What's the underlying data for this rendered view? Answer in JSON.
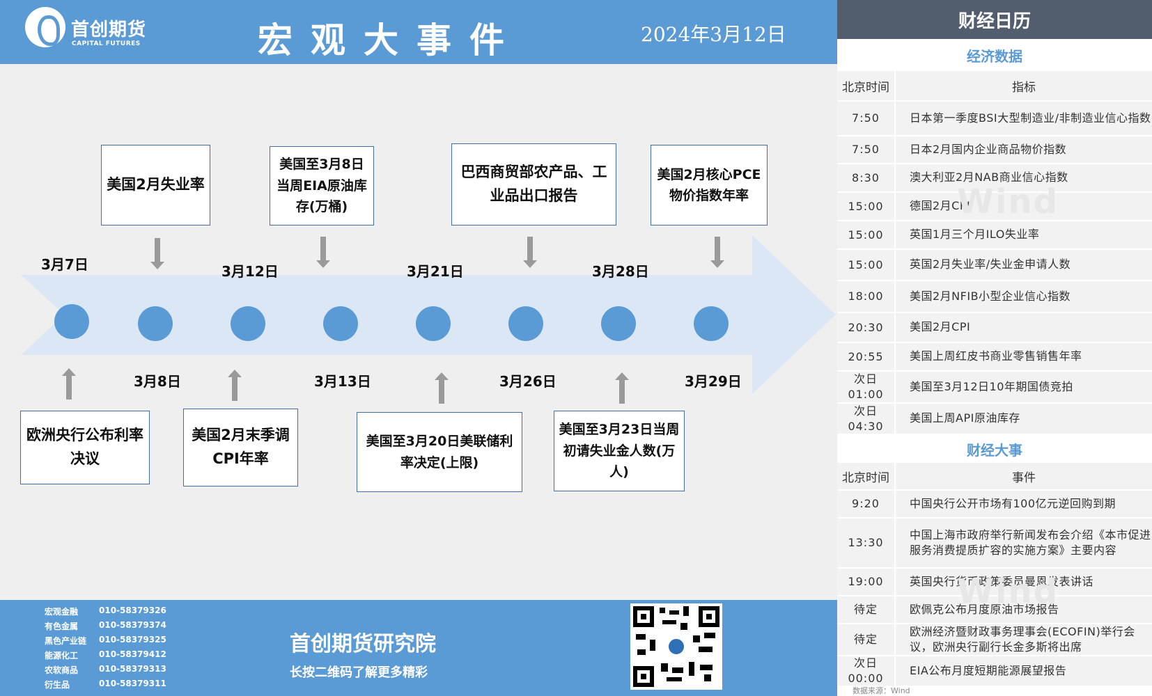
{
  "header": {
    "logo_cn": "首创期货",
    "logo_en": "CAPITAL FUTURES",
    "title": "宏观大事件",
    "date": "2024年3月12日"
  },
  "timeline": {
    "dates_top": [
      "3月7日",
      "3月12日",
      "3月21日",
      "3月28日"
    ],
    "dates_bottom": [
      "3月8日",
      "3月13日",
      "3月26日",
      "3月29日"
    ],
    "events_top": [
      "美国2月失业率",
      "美国至3月8日当周EIA原油库存(万桶)",
      "巴西商贸部农产品、工业品出口报告",
      "美国2月核心PCE物价指数年率"
    ],
    "events_bottom": [
      "欧洲央行公布利率决议",
      "美国2月末季调CPI年率",
      "美国至3月20日美联储利率决定(上限)",
      "美国至3月23日当周初请失业金人数(万人)"
    ]
  },
  "footer": {
    "contacts": [
      {
        "dept": "宏观金融",
        "phone": "010-58379326"
      },
      {
        "dept": "有色金属",
        "phone": "010-58379374"
      },
      {
        "dept": "黑色产业链",
        "phone": "010-58379325"
      },
      {
        "dept": "能源化工",
        "phone": "010-58379412"
      },
      {
        "dept": "农软商品",
        "phone": "010-58379313"
      },
      {
        "dept": "衍生品",
        "phone": "010-58379311"
      }
    ],
    "institute": "首创期货研究院",
    "qr_hint": "长按二维码了解更多精彩"
  },
  "calendar": {
    "title": "财经日历",
    "econ_title": "经济数据",
    "econ_head": {
      "time": "北京时间",
      "item": "指标"
    },
    "econ_rows": [
      {
        "time": "7:50",
        "item": "日本第一季度BSI大型制造业/非制造业信心指数"
      },
      {
        "time": "7:50",
        "item": "日本2月国内企业商品物价指数"
      },
      {
        "time": "8:30",
        "item": "澳大利亚2月NAB商业信心指数"
      },
      {
        "time": "15:00",
        "item": "德国2月CPI"
      },
      {
        "time": "15:00",
        "item": "英国1月三个月ILO失业率"
      },
      {
        "time": "15:00",
        "item": "英国2月失业率/失业金申请人数"
      },
      {
        "time": "18:00",
        "item": "美国2月NFIB小型企业信心指数"
      },
      {
        "time": "20:30",
        "item": "美国2月CPI"
      },
      {
        "time": "20:55",
        "item": "美国上周红皮书商业零售销售年率"
      },
      {
        "time": "次日\n01:00",
        "item": "美国至3月12日10年期国债竞拍"
      },
      {
        "time": "次日\n04:30",
        "item": "美国上周API原油库存"
      }
    ],
    "event_title": "财经大事",
    "event_head": {
      "time": "北京时间",
      "item": "事件"
    },
    "event_rows": [
      {
        "time": "9:20",
        "item": "中国央行公开市场有100亿元逆回购到期"
      },
      {
        "time": "13:30",
        "item": "中国上海市政府举行新闻发布会介绍《本市促进服务消费提质扩容的实施方案》主要内容"
      },
      {
        "time": "19:00",
        "item": "英国央行货币政策委员曼恩发表讲话"
      },
      {
        "time": "待定",
        "item": "欧佩克公布月度原油市场报告"
      },
      {
        "time": "待定",
        "item": "欧洲经济暨财政事务理事会(ECOFIN)举行会议，欧洲央行副行长金多斯将出席"
      },
      {
        "time": "次日\n00:00",
        "item": "EIA公布月度短期能源展望报告"
      }
    ],
    "source": "数据来源：Wind",
    "watermark": "Wind"
  },
  "colors": {
    "accent": "#5b9bd5",
    "calendar_header": "#525e6e",
    "arrow": "#dbe7f5"
  }
}
